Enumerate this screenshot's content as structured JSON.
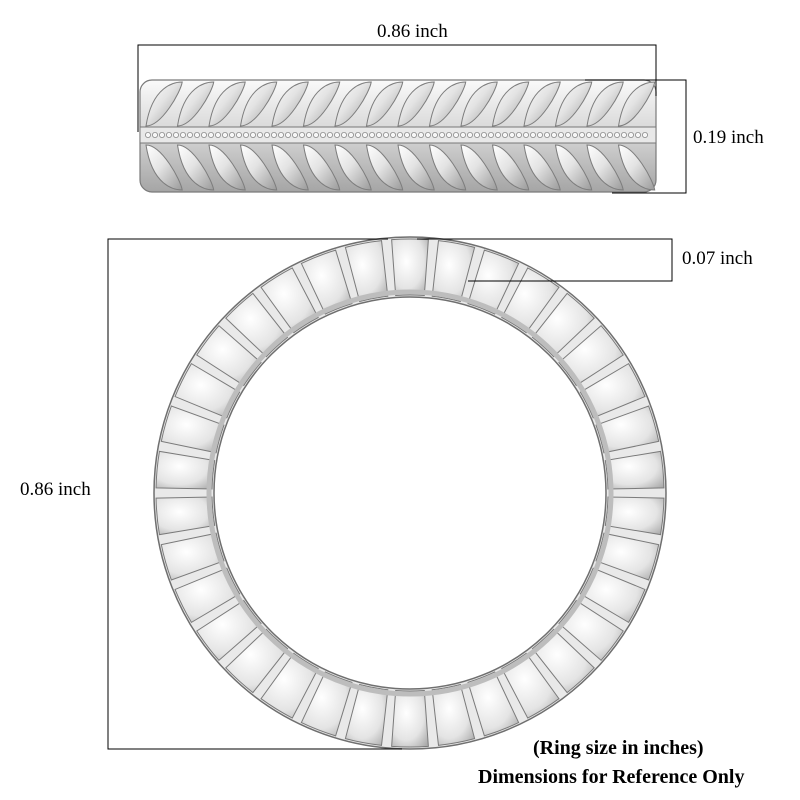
{
  "dimensions": {
    "top_width": "0.86 inch",
    "band_width": "0.19 inch",
    "wall_thickness": "0.07 inch",
    "ring_height": "0.86 inch"
  },
  "notes": {
    "line1": "(Ring size in inches)",
    "line2": "Dimensions for Reference Only"
  },
  "colors": {
    "metal_light": "#f4f4f4",
    "metal_mid": "#d9d9d9",
    "metal_dark": "#8f8f8f",
    "outline": "#6e6e6e",
    "dimension_line": "#000000"
  },
  "ring": {
    "top_rows": 2,
    "twist_segments_per_row": 16,
    "circle_segments": 34
  }
}
